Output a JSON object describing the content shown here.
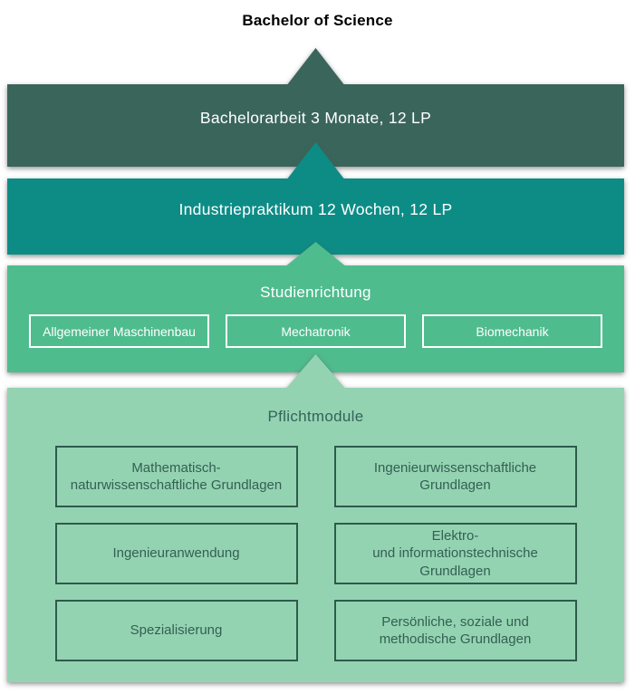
{
  "title": "Bachelor of Science",
  "colors": {
    "thesis_band": "#3a655b",
    "internship_band": "#0d8c86",
    "studienrichtung_band": "#4fbc8e",
    "pflichtmodule_band": "#94d3b2",
    "band_text_light": "#ffffff",
    "band_text_dark": "#33635a",
    "module_box_border": "#2e5a4c"
  },
  "stages": [
    {
      "id": "thesis",
      "label": "Bachelorarbeit 3 Monate, 12 LP"
    },
    {
      "id": "internship",
      "label": "Industriepraktikum 12 Wochen, 12 LP"
    },
    {
      "id": "studienrichtung",
      "heading": "Studienrichtung",
      "options": [
        "Allgemeiner Maschinenbau",
        "Mechatronik",
        "Biomechanik"
      ]
    },
    {
      "id": "pflichtmodule",
      "heading": "Pflichtmodule",
      "modules": [
        "Mathematisch-\nnaturwissenschaftliche Grundlagen",
        "Ingenieurwissenschaftliche\nGrundlagen",
        "Ingenieuranwendung",
        "Elektro-\nund informationstechnische\nGrundlagen",
        "Spezialisierung",
        "Persönliche, soziale und\nmethodische Grundlagen"
      ]
    }
  ]
}
